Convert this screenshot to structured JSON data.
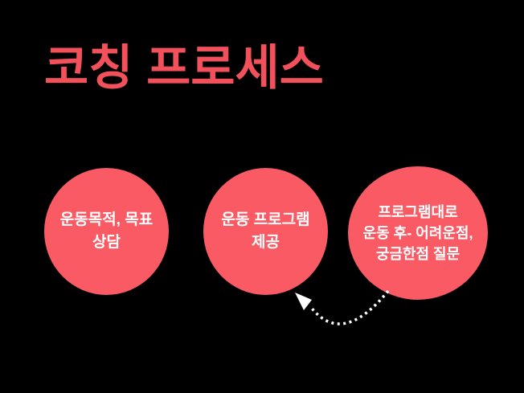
{
  "slide": {
    "title": "코칭 프로세스",
    "colors": {
      "background": "#000000",
      "title": "#F2505A",
      "circle": "#FA5A64",
      "circle_text": "#FFFFFF",
      "arrow": "#FFFFFF"
    }
  },
  "steps": [
    {
      "name": "goal-consultation",
      "lines": [
        "운동목적, 목표",
        "상담"
      ]
    },
    {
      "name": "program-delivery",
      "lines": [
        "운동 프로그램",
        "제공"
      ]
    },
    {
      "name": "feedback-questions",
      "lines": [
        "프로그램대로",
        "운동 후- 어려운점,",
        "궁금한점 질문"
      ]
    }
  ],
  "arrow": {
    "from_step": 3,
    "to_step": 2,
    "style": "dotted-curve"
  }
}
